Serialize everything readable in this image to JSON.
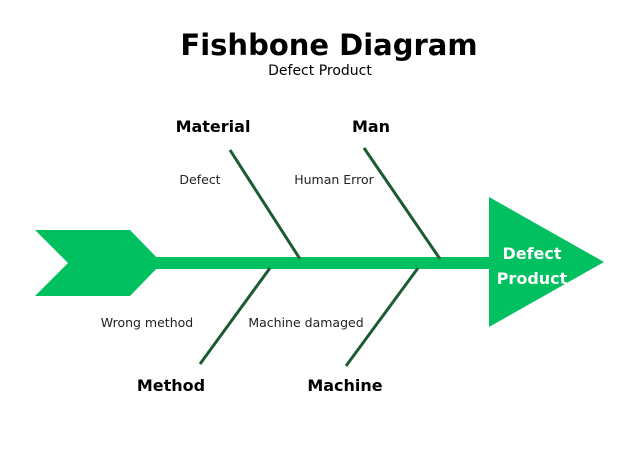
{
  "title": "Fishbone Diagram",
  "subtitle": "Defect Product",
  "head": {
    "line1": "Defect",
    "line2": "Product"
  },
  "colors": {
    "spine": "#00c060",
    "bone": "#1a5c30",
    "background": "#ffffff"
  },
  "categories": {
    "material": {
      "label": "Material",
      "cause": "Defect"
    },
    "man": {
      "label": "Man",
      "cause": "Human Error"
    },
    "method": {
      "label": "Method",
      "cause": "Wrong method"
    },
    "machine": {
      "label": "Machine",
      "cause": "Machine damaged"
    }
  }
}
